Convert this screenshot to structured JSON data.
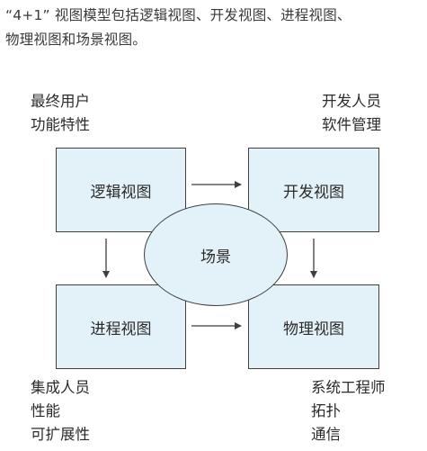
{
  "intro": {
    "line1": "“4+1” 视图模型包括逻辑视图、开发视图、进程视图、",
    "line2": "物理视图和场景视图。"
  },
  "labels": {
    "top_left": [
      "最终用户",
      "功能特性"
    ],
    "top_right": [
      "开发人员",
      "软件管理"
    ],
    "bottom_left": [
      "集成人员",
      "性能",
      "可扩展性"
    ],
    "bottom_right": [
      "系统工程师",
      "拓扑",
      "通信"
    ]
  },
  "boxes": {
    "logical": "逻辑视图",
    "development": "开发视图",
    "process": "进程视图",
    "physical": "物理视图",
    "scenario": "场景"
  },
  "colors": {
    "box_fill": "#e3f1f8",
    "border": "#3f3f3f"
  }
}
